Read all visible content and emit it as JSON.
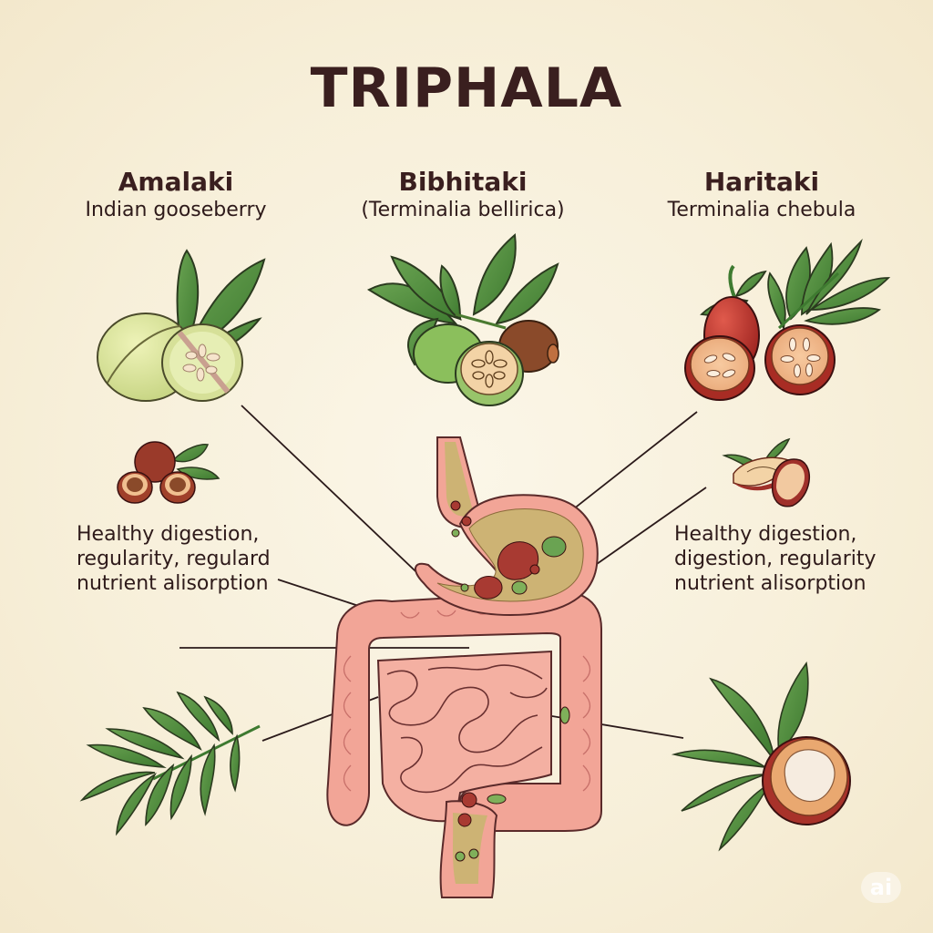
{
  "title": "TRIPHALA",
  "herbs": [
    {
      "name": "Amalaki",
      "subtitle": "Indian gooseberry",
      "fruit_color": "#d8e39a"
    },
    {
      "name": "Bibhitaki",
      "subtitle": "(Terminalia bellirica)",
      "fruit_color": "#9cc46a"
    },
    {
      "name": "Haritaki",
      "subtitle": "Terminalia chebula",
      "fruit_color": "#b8342c"
    }
  ],
  "benefits": {
    "left": [
      "Healthy digestion,",
      "regularity, regulard",
      "nutrient alisorption"
    ],
    "right": [
      "Healthy digestion,",
      "digestion, regularity",
      "nutrient alisorption"
    ]
  },
  "illustrations": {
    "center": "digestive-system (esophagus, stomach, large intestine, small intestine, rectum)",
    "left_small": "reddish-brown fruits with leaves",
    "right_small": "sliced almond-like seeds with leaves",
    "bottom_left": "pinnate leaf sprig",
    "bottom_right": "halved fruit with leaves"
  },
  "colors": {
    "background": "#f8f1de",
    "text": "#3a1f1f",
    "organ": "#f2a597",
    "organ_outline": "#5a2a2a",
    "leaf": "#4f8a3a"
  },
  "watermark": "ai"
}
